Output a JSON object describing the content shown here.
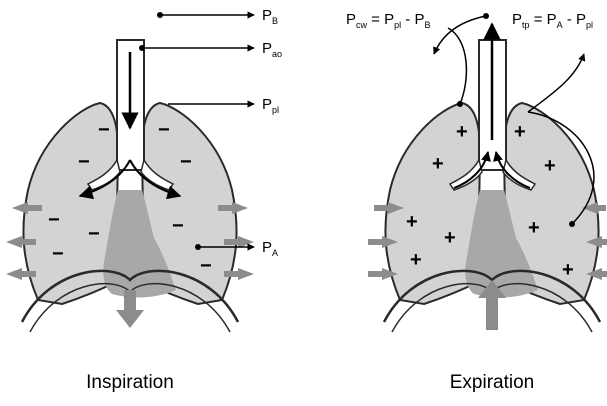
{
  "colors": {
    "lung_fill": "#d3d3d3",
    "mediastinum": "#a8a8a8",
    "arrow_gray": "#8c8c8c",
    "outline": "#2a2a2a"
  },
  "inspiration": {
    "caption": "Inspiration",
    "labels": {
      "p_b": {
        "main": "P",
        "sub": "B"
      },
      "p_ao": {
        "main": "P",
        "sub": "ao"
      },
      "p_pl": {
        "main": "P",
        "sub": "pl"
      },
      "p_a": {
        "main": "P",
        "sub": "A"
      }
    },
    "pleural_sign": "−",
    "alveolar_sign": "−"
  },
  "expiration": {
    "caption": "Expiration",
    "equation_cw": {
      "p1": "P",
      "s1": "cw",
      "eq": " = P",
      "s2": "pl",
      "minus": " - P",
      "s3": "B"
    },
    "equation_tp": {
      "p1": "P",
      "s1": "tp",
      "eq": " = P",
      "s2": "A",
      "minus": " - P",
      "s3": "pl"
    },
    "alveolar_sign": "+"
  }
}
